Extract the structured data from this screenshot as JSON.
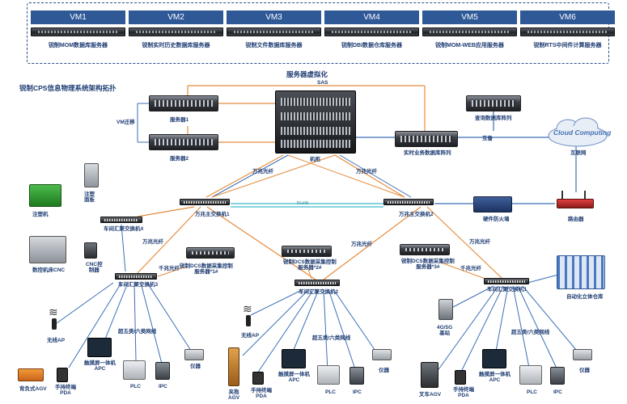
{
  "vm_row": {
    "vms": [
      {
        "tab": "VM1",
        "label": "锐制MOM数据库服务器"
      },
      {
        "tab": "VM2",
        "label": "锐制实时历史数据库服务器"
      },
      {
        "tab": "VM3",
        "label": "锐制文件数据库服务器"
      },
      {
        "tab": "VM4",
        "label": "锐制DBI数据仓库服务器"
      },
      {
        "tab": "VM5",
        "label": "锐制MOM-WEB应用服务器"
      },
      {
        "tab": "VM6",
        "label": "锐制RTS中间件计算服务器"
      }
    ]
  },
  "labels": {
    "virtualization": "服务器虚拟化",
    "diagram_title": "锐制CPS信息物理系统架构拓扑",
    "sas": "SAS",
    "vm_migration": "VM迁移",
    "server1": "服务器1",
    "server2": "服务器2",
    "cabinet": "机柜",
    "query_array": "查询数据库阵列",
    "realtime_array": "实时业务数据库阵列",
    "mutual_backup": "互备",
    "cloud_text": "Cloud Computing",
    "internet": "互联网",
    "gigabit_optic_left": "万兆光纤",
    "gigabit_optic_right": "万兆光纤",
    "trunk": "trunk",
    "core_switch_1": "万兆主交换机1",
    "core_switch_2": "万兆主交换机2",
    "hardware_firewall": "硬件防火墙",
    "router": "路由器",
    "injection_machine": "注塑机",
    "injection_panel": "注塑\n面板",
    "workshop_agg_switch_4": "车间汇聚交换机4",
    "cnc_machine": "数控机床CNC",
    "cnc_controller": "CNC控\n制器",
    "optic_a": "万兆光纤",
    "gigabit_a": "千兆光纤",
    "dcs_server_1": "锐制DCS数据采集控制\n服务器*1#",
    "workshop_agg_switch_3": "车间汇聚交换机3",
    "dcs_server_2": "锐制DCS数据采集控制\n服务器*2#",
    "optic_b": "万兆光纤",
    "workshop_agg_switch_2": "车间汇聚交换机2",
    "dcs_server_3": "锐制DCS数据采集控制\n服务器*3#",
    "optic_c": "万兆光纤",
    "gigabit_c": "千兆光纤",
    "workshop_agg_switch_1": "车间汇聚交换机1",
    "auto_warehouse": "自动化立体仓库",
    "wireless_ap_1": "无线AP",
    "wireless_ap_2": "无线AP",
    "net_5_6_a": "超五类/六类网线",
    "net_5_6_b": "超五类/六类网线",
    "net_5_6_c": "超五类/六类网线",
    "g45_base": "4G/5G\n基站",
    "touch_apc_1": "触摸屏一体机\nAPC",
    "touch_apc_2": "触摸屏一体机\nAPC",
    "touch_apc_3": "触摸屏一体机\nAPC",
    "instrument_1": "仪器",
    "instrument_2": "仪器",
    "instrument_3": "仪器",
    "agv_backpack": "背负式AGV",
    "pda_1": "手持终端\nPDA",
    "plc_1": "PLC",
    "ipc_1": "IPC",
    "agv_clamp": "夹抱\nAGV",
    "pda_2": "手持终端\nPDA",
    "plc_2": "PLC",
    "ipc_2": "IPC",
    "agv_fork": "叉车AGV",
    "pda_3": "手持终端\nPDA",
    "plc_3": "PLC",
    "ipc_3": "IPC"
  },
  "colors": {
    "accent_blue": "#2f5897",
    "link_orange": "#e58c3c",
    "link_blue": "#3b6fb6",
    "trunk_cyan": "#5bc6d6",
    "text_navy": "#1f3d73"
  }
}
